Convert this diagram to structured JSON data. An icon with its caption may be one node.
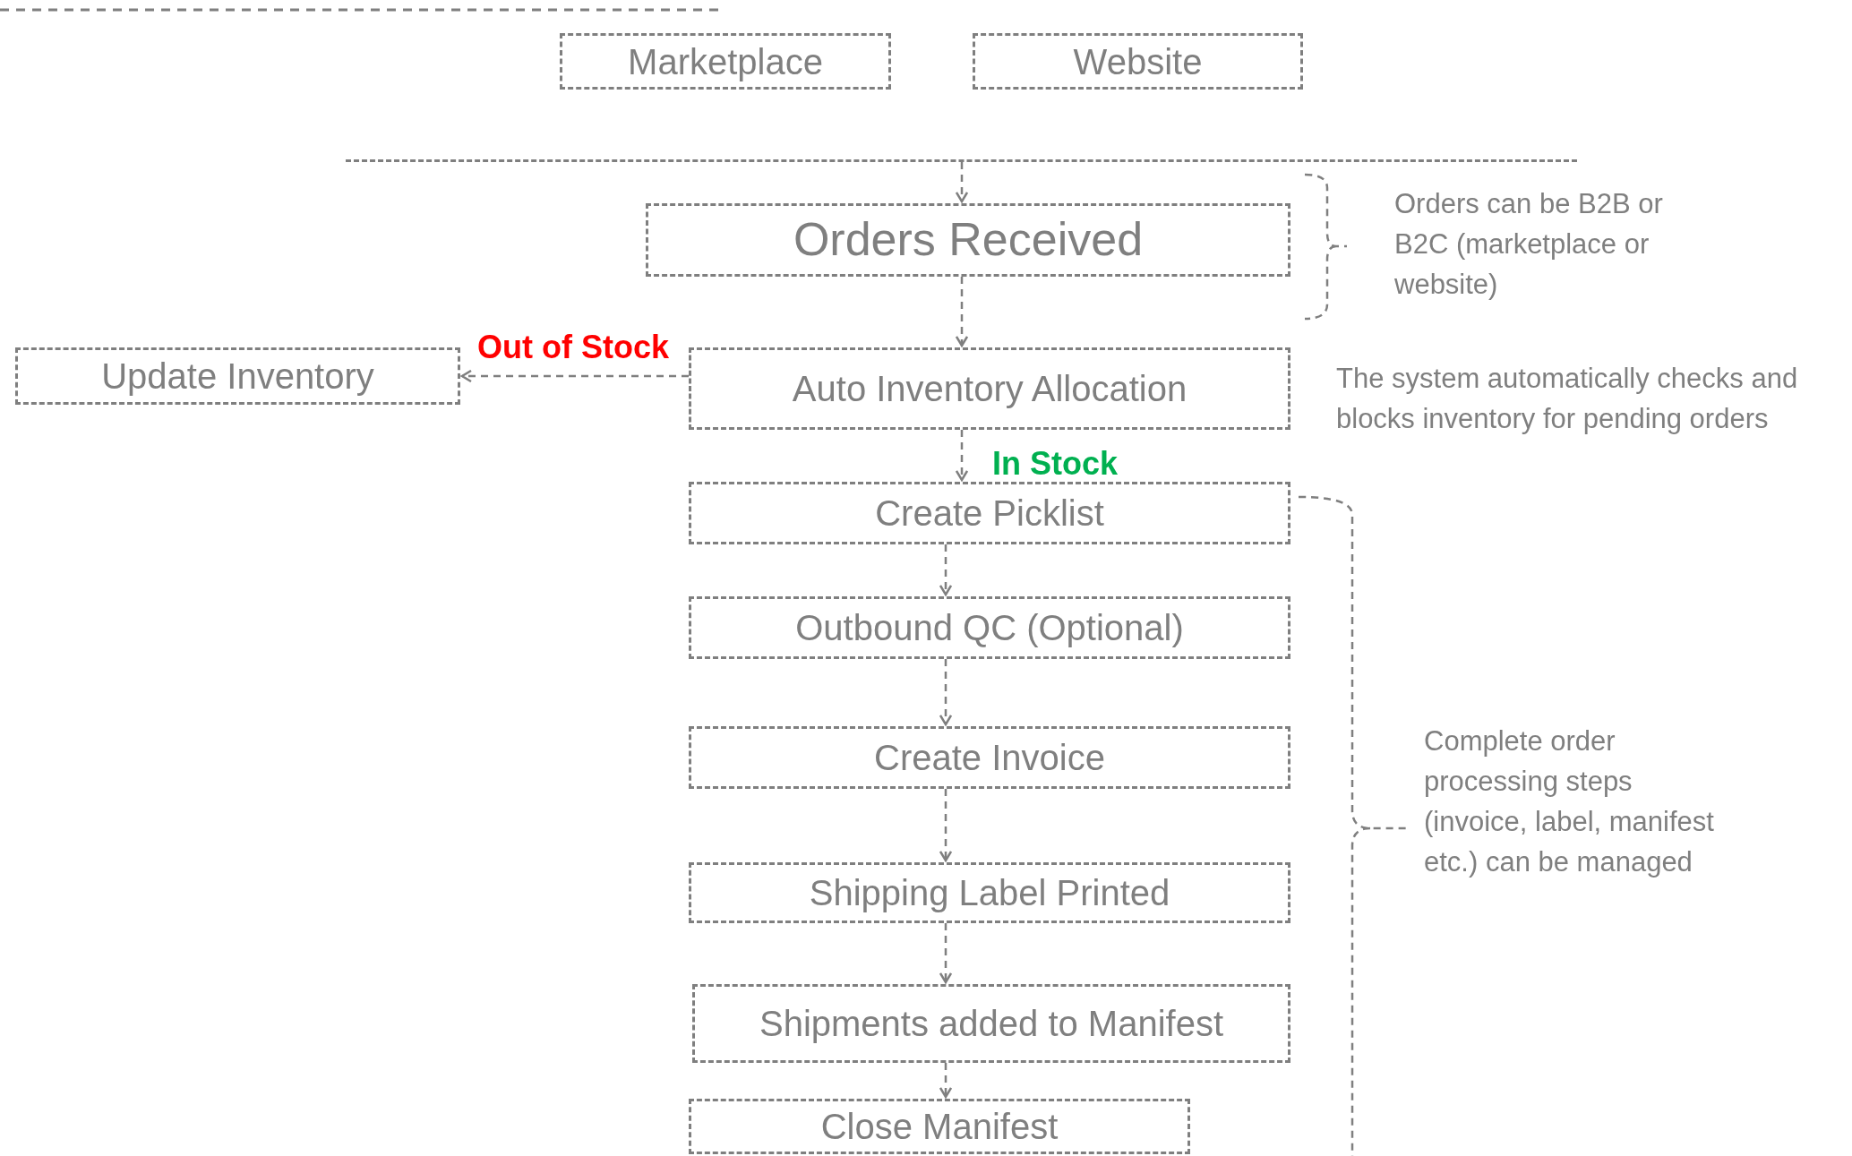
{
  "diagram": {
    "nodes": [
      {
        "text": [
          "Marketplace"
        ]
      },
      {
        "text": [
          "Website"
        ]
      },
      {
        "text": [],
        "shape": "bar"
      },
      {
        "text": [
          "Orders Received"
        ]
      },
      {
        "text": [
          "Update Inventory"
        ]
      },
      {
        "text": [
          "Auto Inventory Allocation"
        ]
      },
      {
        "text": [
          "Create Picklist"
        ]
      },
      {
        "text": [
          "Outbound QC (Optional)"
        ]
      },
      {
        "text": [
          "Create Invoice"
        ]
      },
      {
        "text": [
          "Shipping Label Printed"
        ]
      },
      {
        "text": [
          "Shipments added to Manifest"
        ]
      },
      {
        "text": [
          "Close Manifest"
        ]
      }
    ],
    "edges": [
      {
        "from": 2,
        "to": 3,
        "arrow": "to",
        "style": "dashed"
      },
      {
        "from": 3,
        "to": 5,
        "arrow": "to",
        "style": "dashed"
      },
      {
        "from": 5,
        "to": 4,
        "arrow": "to",
        "style": "dashed",
        "label": "Out of Stock"
      },
      {
        "from": 5,
        "to": 6,
        "arrow": "to",
        "style": "dashed",
        "label": "In Stock"
      },
      {
        "from": 6,
        "to": 7,
        "arrow": "to",
        "style": "dashed"
      },
      {
        "from": 7,
        "to": 8,
        "arrow": "to",
        "style": "dashed"
      },
      {
        "from": 8,
        "to": 9,
        "arrow": "to",
        "style": "dashed"
      },
      {
        "from": 9,
        "to": 10,
        "arrow": "to",
        "style": "dashed"
      },
      {
        "from": 10,
        "to": 11,
        "arrow": "to",
        "style": "dashed"
      }
    ],
    "labels": [
      "Orders can be B2B or B2C (marketplace or website)",
      "The system automatically checks and blocks inventory for pending orders",
      "Complete order processing steps (invoice, label, manifest etc.) can be managed"
    ]
  }
}
